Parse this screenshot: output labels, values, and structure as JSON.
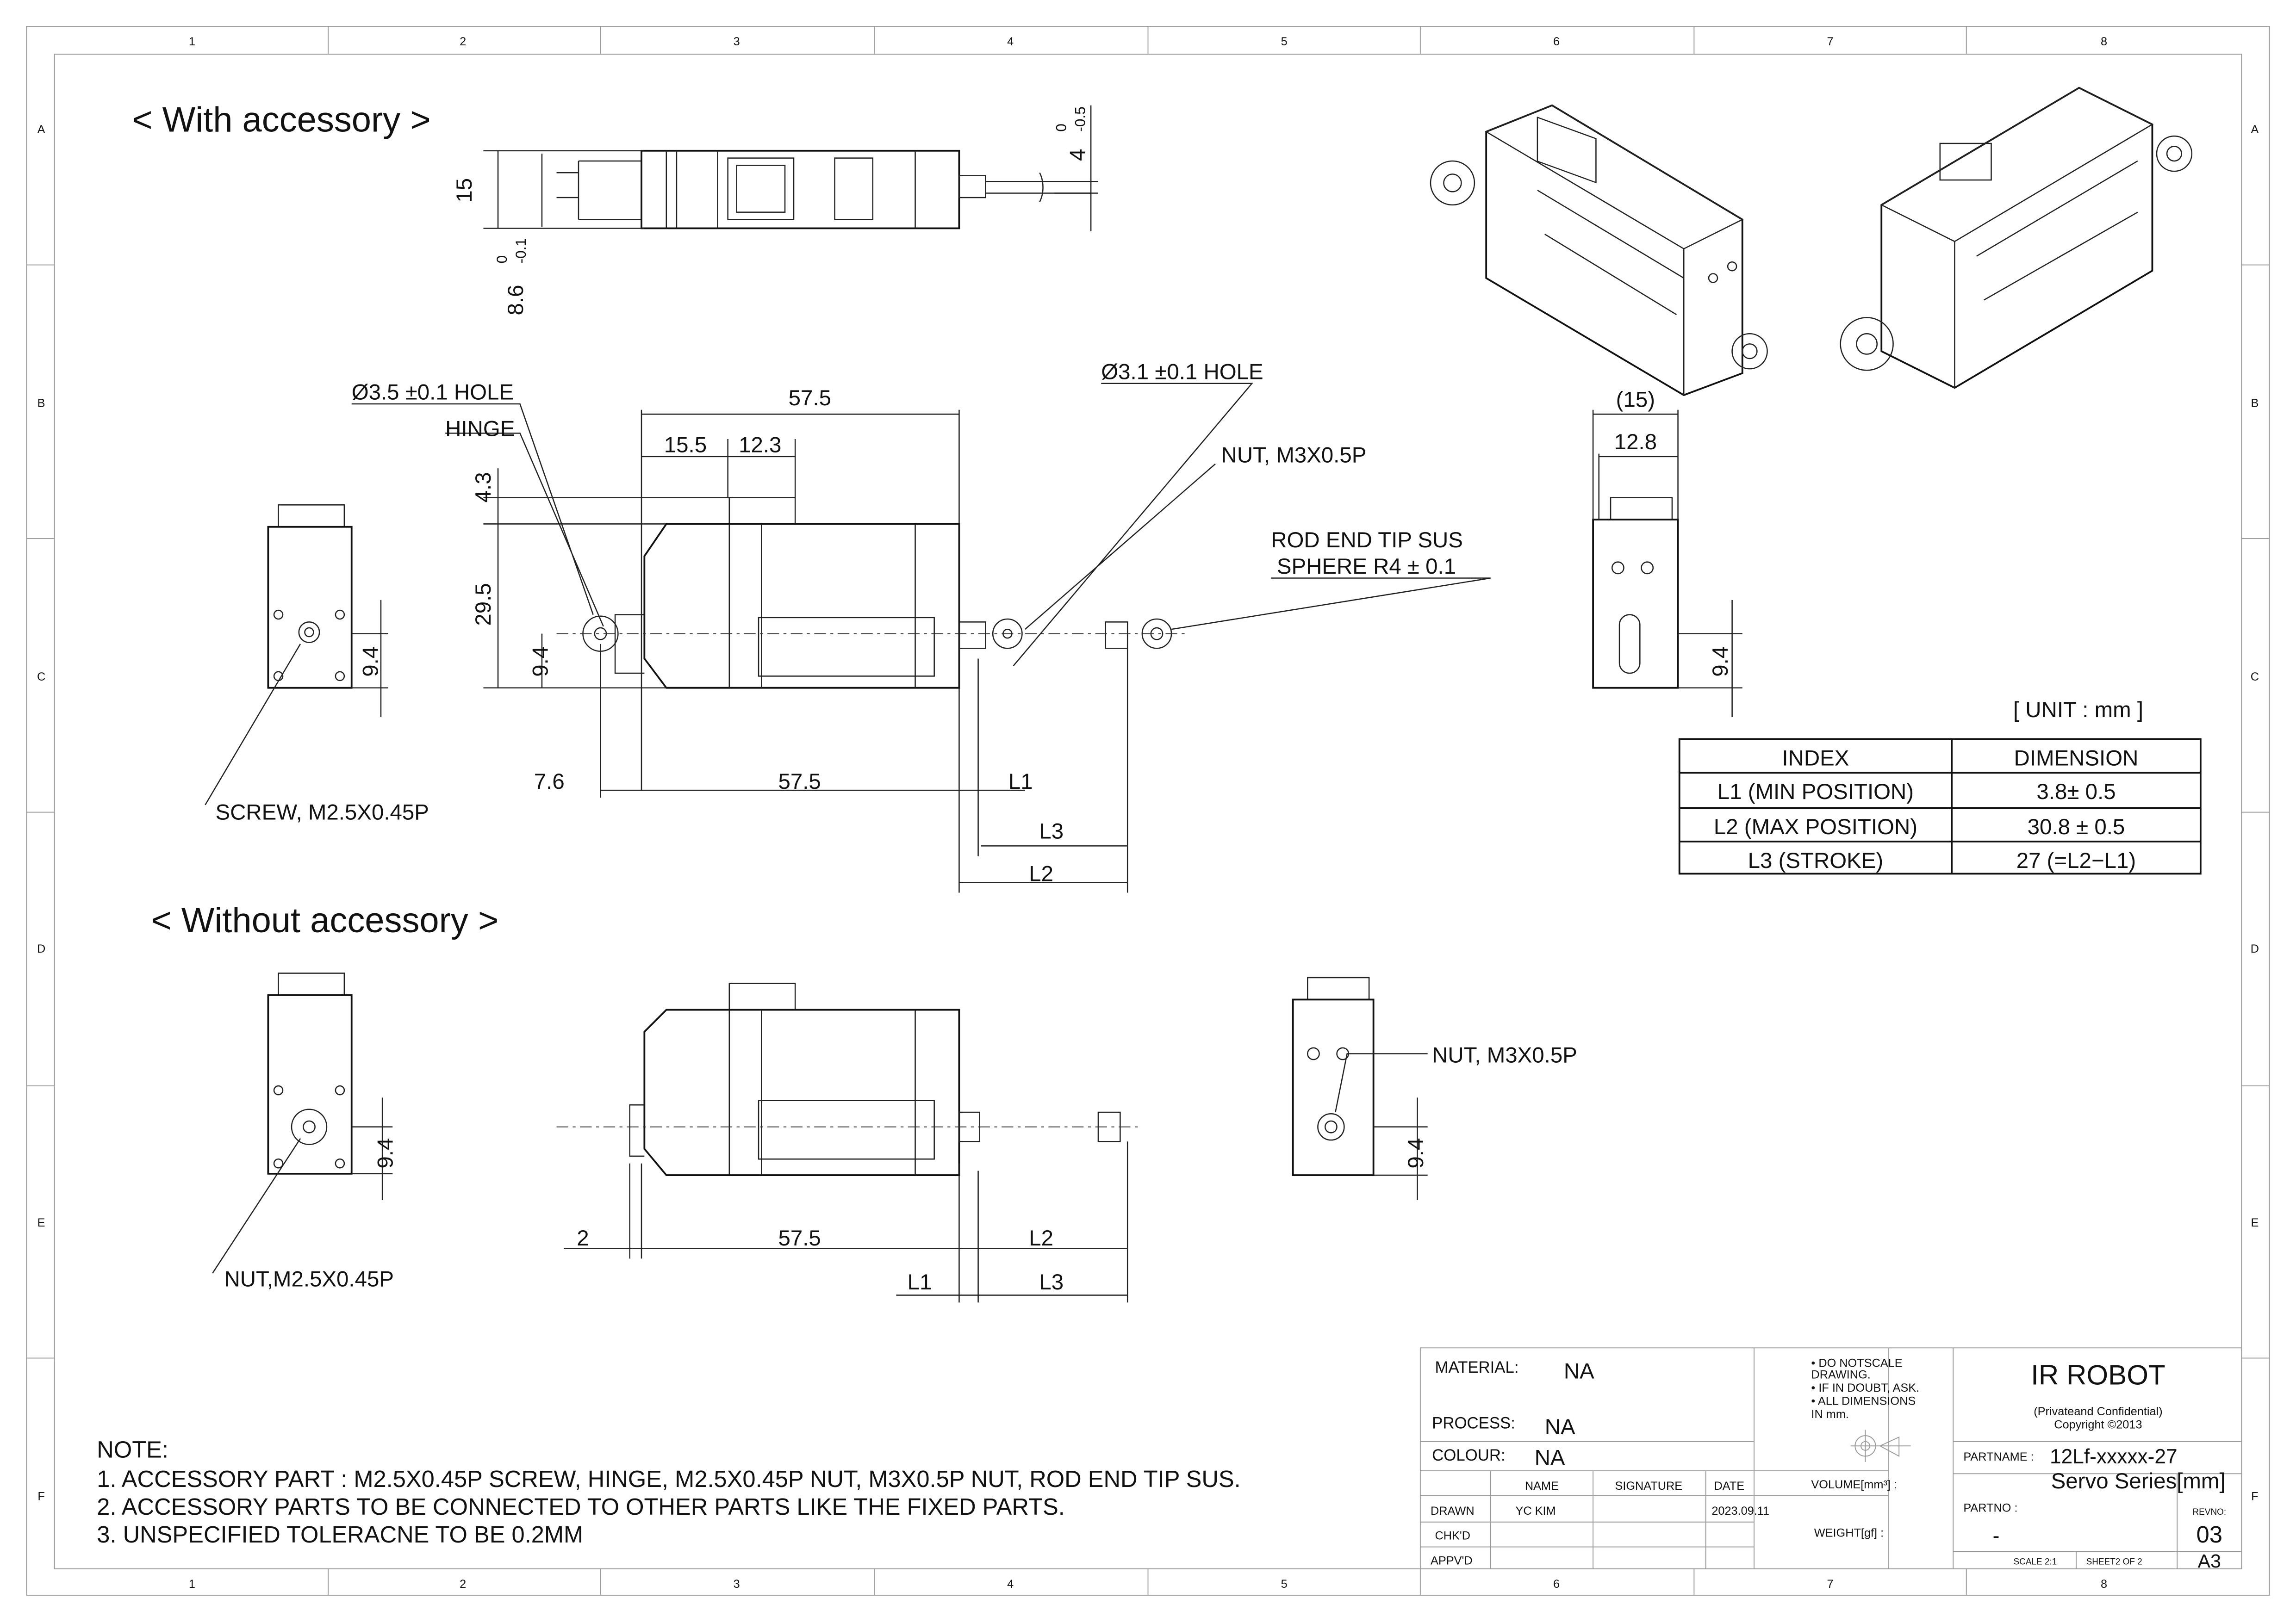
{
  "frame": {
    "columns": [
      "1",
      "2",
      "3",
      "4",
      "5",
      "6",
      "7",
      "8"
    ],
    "rows": [
      "A",
      "B",
      "C",
      "D",
      "E",
      "F"
    ]
  },
  "with_accessory": {
    "title": "< With accessory >",
    "top_view": {
      "dim_height": "15",
      "dim_cable": "8.6",
      "tol_cable_upper": "0",
      "tol_cable_lower": "-0.1",
      "dim_rod": "4",
      "tol_rod_upper": "0",
      "tol_rod_lower": "-0.5"
    },
    "hole_left": "Ø3.5 ±0.1 HOLE",
    "hinge": "HINGE",
    "hole_right": "Ø3.1 ±0.1 HOLE",
    "nut": "NUT, M3X0.5P",
    "rod_end_1": "ROD END TIP SUS",
    "rod_end_2": "SPHERE R4 ± 0.1",
    "dims": {
      "overall": "57.5",
      "d1": "15.5",
      "d2": "12.3",
      "d3": "4.3",
      "height": "29.5",
      "center": "9.4",
      "hinge_offset": "7.6",
      "body": "57.5",
      "l1": "L1",
      "l3": "L3",
      "l2": "L2"
    },
    "left_center": "9.4",
    "screw": "SCREW, M2.5X0.45P",
    "right_view": {
      "width_ref": "(15)",
      "width": "12.8",
      "center": "9.4"
    }
  },
  "unit": "[ UNIT : mm ]",
  "dim_table": {
    "headers": [
      "INDEX",
      "DIMENSION"
    ],
    "rows": [
      [
        "L1 (MIN POSITION)",
        "3.8± 0.5"
      ],
      [
        "L2 (MAX POSITION)",
        "30.8 ± 0.5"
      ],
      [
        "L3 (STROKE)",
        "27 (=L2−L1)"
      ]
    ]
  },
  "without_accessory": {
    "title": "< Without accessory >",
    "left_center": "9.4",
    "nut_left": "NUT,M2.5X0.45P",
    "dims": {
      "offset": "2",
      "body": "57.5",
      "l2": "L2",
      "l1": "L1",
      "l3": "L3"
    },
    "nut_right": "NUT, M3X0.5P",
    "right_center": "9.4"
  },
  "notes": {
    "title": "NOTE:",
    "items": [
      "1. ACCESSORY PART :  M2.5X0.45P SCREW, HINGE, M2.5X0.45P NUT, M3X0.5P NUT, ROD END TIP SUS.",
      "2. ACCESSORY PARTS TO BE CONNECTED TO OTHER PARTS LIKE THE  FIXED PARTS.",
      "3. UNSPECIFIED TOLERACNE TO BE 0.2MM"
    ]
  },
  "title_block": {
    "material_label": "MATERIAL:",
    "material": "NA",
    "process_label": "PROCESS:",
    "process": "NA",
    "colour_label": "COLOUR:",
    "colour": "NA",
    "headers": [
      "NAME",
      "SIGNATURE",
      "DATE"
    ],
    "rows": [
      {
        "role": "DRAWN",
        "name": "YC KIM",
        "signature": "",
        "date": "2023.09.11"
      },
      {
        "role": "CHK'D",
        "name": "",
        "signature": "",
        "date": ""
      },
      {
        "role": "APPV'D",
        "name": "",
        "signature": "",
        "date": ""
      }
    ],
    "notes": [
      "• DO NOTSCALE",
      "  DRAWING.",
      "• IF IN DOUBT, ASK.",
      "• ALL DIMENSIONS",
      "  IN mm."
    ],
    "volume_label": "VOLUME[mm³] :",
    "weight_label": "WEIGHT[gf] :",
    "company": "IR ROBOT",
    "confidential": "(Privateand Confidential)",
    "copyright": "Copyright ©2013",
    "partname_label": "PARTNAME :",
    "partname": "12Lf-xxxxx-27",
    "partname_2": "Servo Series[mm]",
    "partno_label": "PARTNO :",
    "partno": "-",
    "revno_label": "REVNO:",
    "revno": "03",
    "scale": "SCALE  2:1",
    "sheet": "SHEET2 OF 2",
    "size": "A3"
  }
}
